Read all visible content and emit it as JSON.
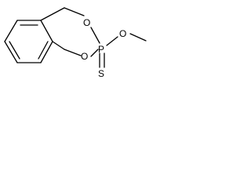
{
  "structure": {
    "atoms": {
      "ring_oxygen_top": "O",
      "ring_oxygen_bottom": "O",
      "phosphorus": "P",
      "methoxy_oxygen": "O",
      "sulfur": "S"
    }
  }
}
